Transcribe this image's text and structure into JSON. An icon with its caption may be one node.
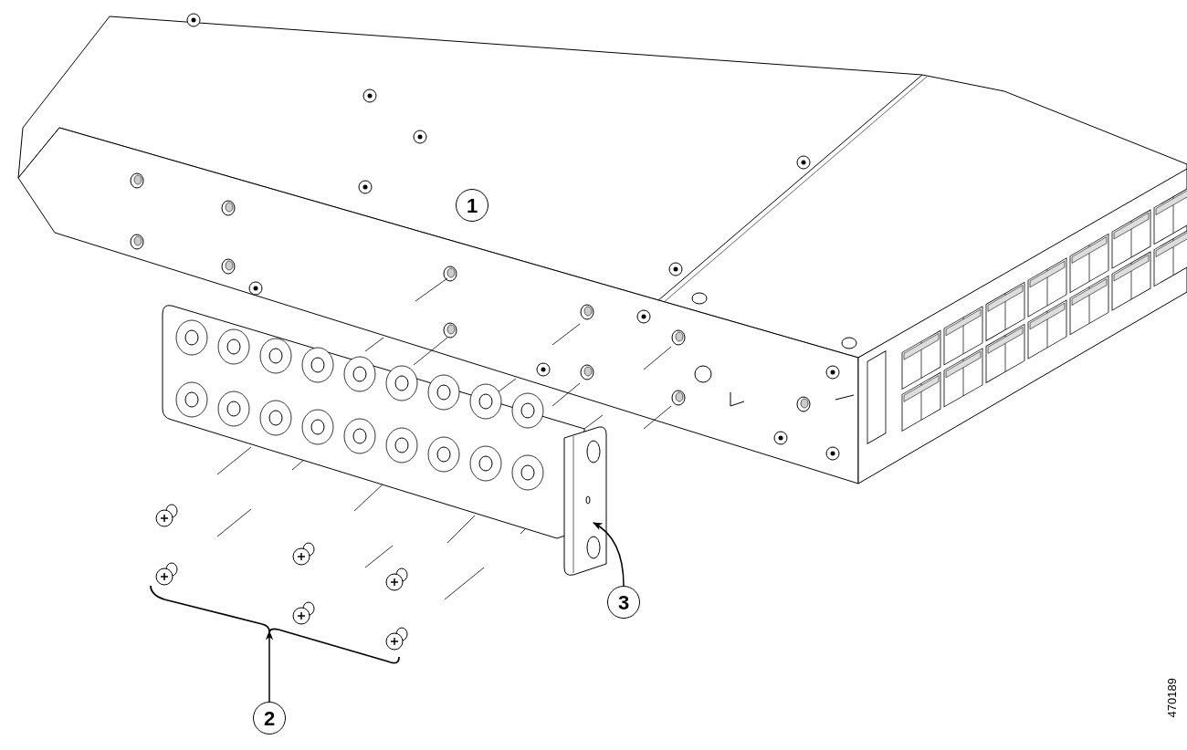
{
  "diagram": {
    "nodes": [
      {
        "text": [
          "1"
        ]
      },
      {
        "text": [
          "2"
        ]
      },
      {
        "text": [
          "3"
        ]
      },
      {
        "text": [],
        "shape": "picture"
      },
      {
        "text": [],
        "shape": "picture"
      }
    ],
    "edges": [
      {
        "from": 1,
        "to": 3,
        "arrow": "to"
      },
      {
        "from": 2,
        "to": 4,
        "arrow": "to"
      }
    ],
    "labels": [
      "470189"
    ]
  }
}
